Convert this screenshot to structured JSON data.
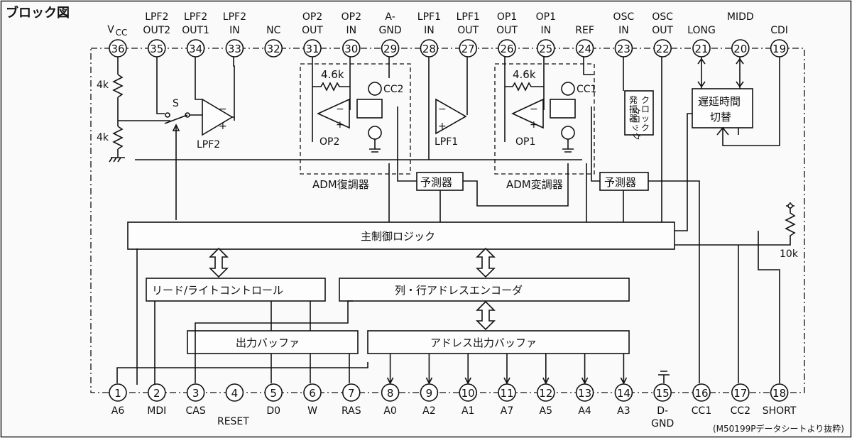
{
  "title": "ブロック図",
  "source_note": "(M50199Pデータシートより抜粋)",
  "top_pins": [
    {
      "num": "36",
      "label": [
        "V",
        "CC"
      ]
    },
    {
      "num": "35",
      "label": [
        "LPF2",
        "OUT2"
      ]
    },
    {
      "num": "34",
      "label": [
        "LPF2",
        "OUT1"
      ]
    },
    {
      "num": "33",
      "label": [
        "LPF2",
        "IN"
      ]
    },
    {
      "num": "32",
      "label": [
        "NC"
      ]
    },
    {
      "num": "31",
      "label": [
        "OP2",
        "OUT"
      ]
    },
    {
      "num": "30",
      "label": [
        "OP2",
        "IN"
      ]
    },
    {
      "num": "29",
      "label": [
        "A-",
        "GND"
      ]
    },
    {
      "num": "28",
      "label": [
        "LPF1",
        "IN"
      ]
    },
    {
      "num": "27",
      "label": [
        "LPF1",
        "OUT"
      ]
    },
    {
      "num": "26",
      "label": [
        "OP1",
        "OUT"
      ]
    },
    {
      "num": "25",
      "label": [
        "OP1",
        "IN"
      ]
    },
    {
      "num": "24",
      "label": [
        "REF"
      ]
    },
    {
      "num": "23",
      "label": [
        "OSC",
        "IN"
      ]
    },
    {
      "num": "22",
      "label": [
        "OSC",
        "OUT"
      ]
    },
    {
      "num": "21",
      "label": [
        "LONG"
      ]
    },
    {
      "num": "20",
      "label": [
        "MIDD"
      ]
    },
    {
      "num": "19",
      "label": [
        "CDI"
      ]
    }
  ],
  "bottom_pins": [
    {
      "num": "1",
      "label": "A6"
    },
    {
      "num": "2",
      "label": "MDI"
    },
    {
      "num": "3",
      "label": "CAS"
    },
    {
      "num": "4",
      "label": "RESET"
    },
    {
      "num": "5",
      "label": "D0"
    },
    {
      "num": "6",
      "label": "W"
    },
    {
      "num": "7",
      "label": "RAS"
    },
    {
      "num": "8",
      "label": "A0"
    },
    {
      "num": "9",
      "label": "A2"
    },
    {
      "num": "10",
      "label": "A1"
    },
    {
      "num": "11",
      "label": "A7"
    },
    {
      "num": "12",
      "label": "A5"
    },
    {
      "num": "13",
      "label": "A4"
    },
    {
      "num": "14",
      "label": "A3"
    },
    {
      "num": "15",
      "label": [
        "D-",
        "GND"
      ]
    },
    {
      "num": "16",
      "label": "CC1"
    },
    {
      "num": "17",
      "label": "CC2"
    },
    {
      "num": "18",
      "label": "SHORT"
    }
  ],
  "blocks": {
    "main_logic": "主制御ロジック",
    "rw_control": "リード/ライトコントロール",
    "row_col_encoder": "列・行アドレスエンコーダ",
    "output_buffer": "出力バッファ",
    "address_output_buffer": "アドレス出力バッファ",
    "predictor_1": "予測器",
    "predictor_2": "予測器",
    "delay_switch": [
      "遅延時間",
      "切替"
    ],
    "clock_osc": [
      "クロック",
      "発振器"
    ]
  },
  "labels": {
    "adm_demod": "ADM復調器",
    "adm_mod": "ADM変調器",
    "op2": "OP2",
    "op1": "OP1",
    "lpf1": "LPF1",
    "lpf2": "LPF2",
    "cc2": "CC2",
    "cc1": "CC1",
    "res_op2": "4.6k",
    "res_op1": "4.6k",
    "res_4k_top": "4k",
    "res_4k_bottom": "4k",
    "res_10k": "10k",
    "switch_s": "S",
    "opamp_minus": "−",
    "opamp_plus": "+"
  }
}
